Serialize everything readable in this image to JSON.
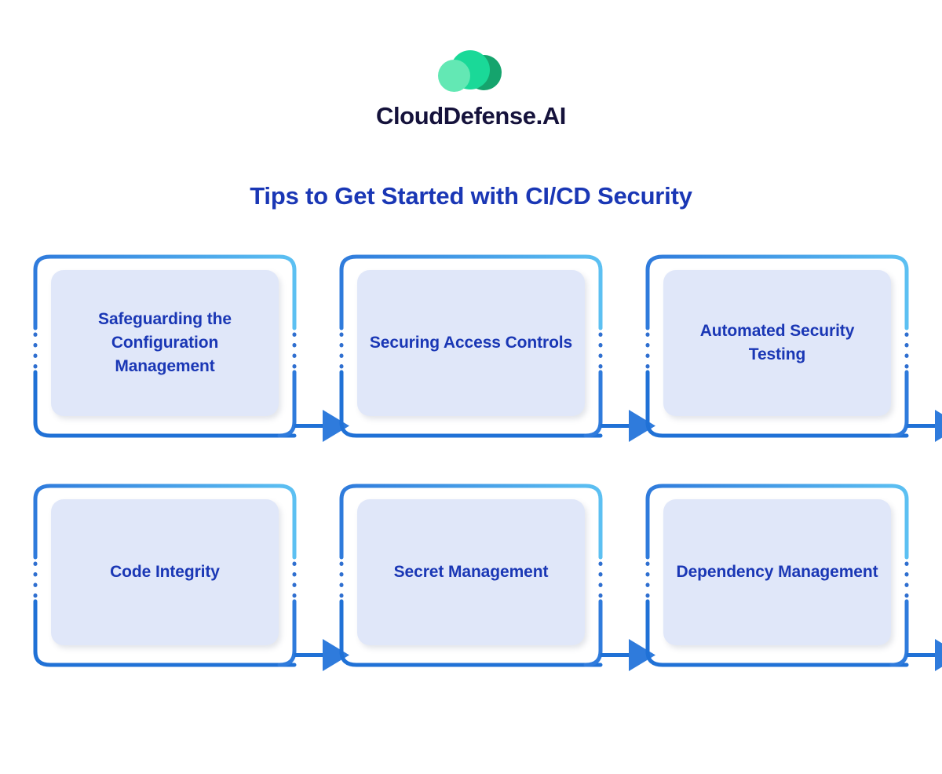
{
  "brand": {
    "name": "CloudDefense.AI",
    "logo_icon": "cloud-blobs-icon",
    "logo_colors": {
      "dark_green": "#15a46d",
      "mid_green": "#1ad998",
      "light_green": "#63e8b4"
    },
    "name_color": "#15123b"
  },
  "header": {
    "title": "Tips to Get Started with CI/CD Security",
    "title_color": "#1a37b5"
  },
  "theme": {
    "background": "#ffffff",
    "frame_stroke_top": "#4db3ef",
    "frame_stroke_bottom": "#2071d6",
    "dot_color": "#2f6fd0",
    "panel_fill": "#e0e7f9",
    "arrow_fill": "#2f7bdc",
    "label_color": "#1a37b5"
  },
  "rows": [
    {
      "cards": [
        {
          "label": "Safeguarding the Configuration Management",
          "arrow_icon": "arrow-right-icon"
        },
        {
          "label": "Securing Access Controls",
          "arrow_icon": "arrow-right-icon"
        },
        {
          "label": "Automated Security Testing",
          "arrow_icon": "arrow-right-icon"
        }
      ]
    },
    {
      "cards": [
        {
          "label": "Code Integrity",
          "arrow_icon": "arrow-right-icon"
        },
        {
          "label": "Secret Management",
          "arrow_icon": "arrow-right-icon"
        },
        {
          "label": "Dependency Management",
          "arrow_icon": "arrow-right-icon"
        }
      ]
    }
  ]
}
